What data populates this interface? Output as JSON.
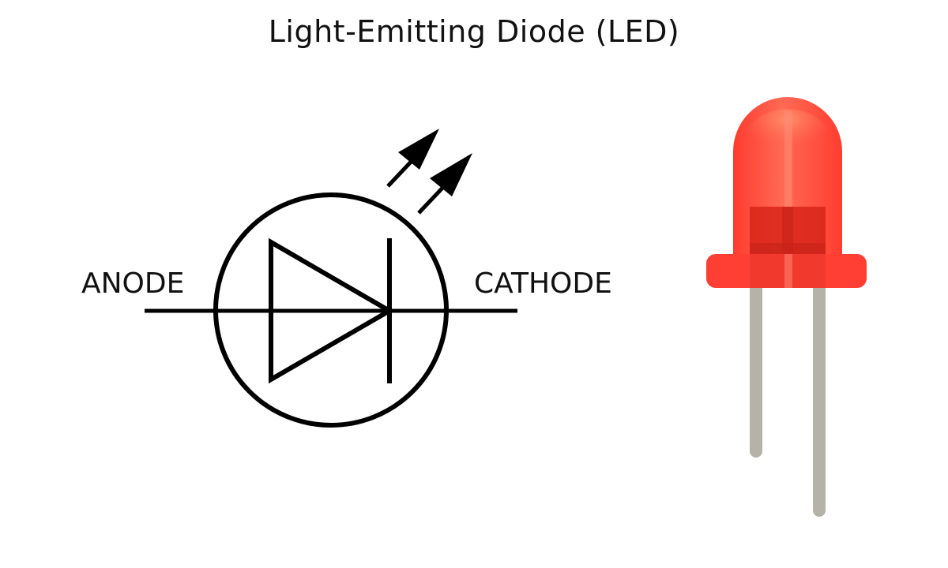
{
  "title": "Light-Emitting Diode (LED)",
  "symbol": {
    "anode_label": "ANODE",
    "cathode_label": "CATHODE",
    "icon": "diode-schematic-icon",
    "emission_icon": "light-emission-arrows-icon"
  },
  "component": {
    "icon": "led-component-icon",
    "lens_color": "#ff4a3d",
    "lead_color": "#b5b3a8"
  }
}
